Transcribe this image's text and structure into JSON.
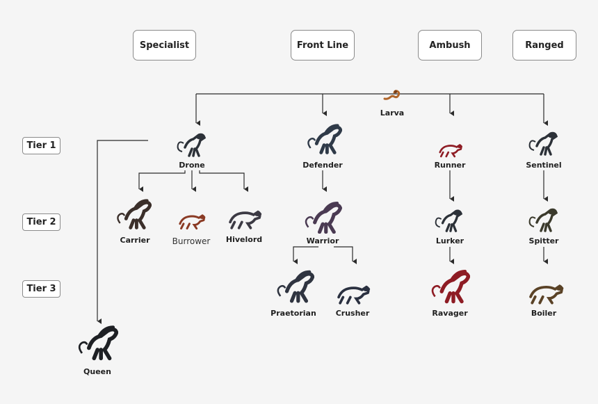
{
  "categories": {
    "specialist": "Specialist",
    "front_line": "Front Line",
    "ambush": "Ambush",
    "ranged": "Ranged"
  },
  "tiers": {
    "tier1": "Tier 1",
    "tier2": "Tier 2",
    "tier3": "Tier 3"
  },
  "nodes": {
    "larva": "Larva",
    "drone": "Drone",
    "defender": "Defender",
    "runner": "Runner",
    "sentinel": "Sentinel",
    "carrier": "Carrier",
    "burrower": "Burrower",
    "hivelord": "Hivelord",
    "warrior": "Warrior",
    "lurker": "Lurker",
    "spitter": "Spitter",
    "praetorian": "Praetorian",
    "crusher": "Crusher",
    "ravager": "Ravager",
    "boiler": "Boiler",
    "queen": "Queen"
  },
  "colors": {
    "line": "#2b2b2b",
    "box_border": "#8a8a8a",
    "background": "#f5f5f5",
    "xeno_dark": "#2c3138",
    "xeno_purple": "#4a3a52",
    "xeno_red": "#8e1c24",
    "xeno_orange": "#b4562a",
    "larva": "#b0652a"
  }
}
